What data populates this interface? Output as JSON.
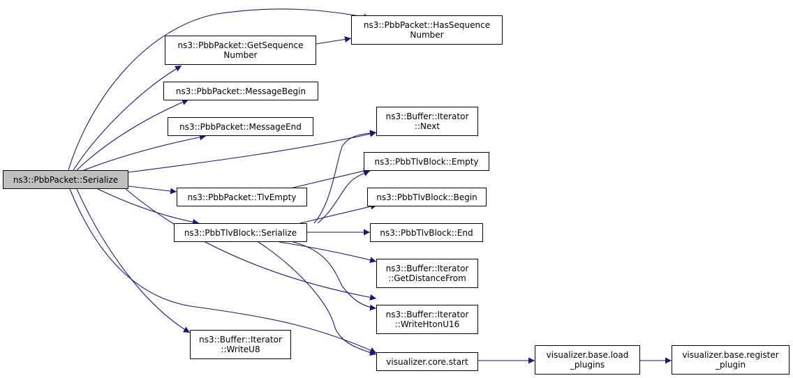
{
  "colors": {
    "edge": "#191970",
    "root_fill": "#bfbfbf",
    "node_fill": "#ffffff",
    "border": "#000000"
  },
  "nodes": {
    "serialize": {
      "lines": [
        "ns3::PbbPacket::Serialize"
      ],
      "highlighted": true
    },
    "has_seq": {
      "lines": [
        "ns3::PbbPacket::HasSequence",
        "Number"
      ]
    },
    "get_seq": {
      "lines": [
        "ns3::PbbPacket::GetSequence",
        "Number"
      ]
    },
    "msg_begin": {
      "lines": [
        "ns3::PbbPacket::MessageBegin"
      ]
    },
    "msg_end": {
      "lines": [
        "ns3::PbbPacket::MessageEnd"
      ]
    },
    "iter_next": {
      "lines": [
        "ns3::Buffer::Iterator",
        "::Next"
      ]
    },
    "tlv_empty_blk": {
      "lines": [
        "ns3::PbbTlvBlock::Empty"
      ]
    },
    "tlvempty": {
      "lines": [
        "ns3::PbbPacket::TlvEmpty"
      ]
    },
    "tlv_begin": {
      "lines": [
        "ns3::PbbTlvBlock::Begin"
      ]
    },
    "tlv_serialize": {
      "lines": [
        "ns3::PbbTlvBlock::Serialize"
      ]
    },
    "tlv_end": {
      "lines": [
        "ns3::PbbTlvBlock::End"
      ]
    },
    "get_dist": {
      "lines": [
        "ns3::Buffer::Iterator",
        "::GetDistanceFrom"
      ]
    },
    "write_hton": {
      "lines": [
        "ns3::Buffer::Iterator",
        "::WriteHtonU16"
      ]
    },
    "write_u8": {
      "lines": [
        "ns3::Buffer::Iterator",
        "::WriteU8"
      ]
    },
    "vis_start": {
      "lines": [
        "visualizer.core.start"
      ]
    },
    "vis_load": {
      "lines": [
        "visualizer.base.load",
        "_plugins"
      ]
    },
    "vis_register": {
      "lines": [
        "visualizer.base.register",
        "_plugin"
      ]
    }
  },
  "edges": [
    [
      "serialize",
      "has_seq"
    ],
    [
      "serialize",
      "get_seq"
    ],
    [
      "get_seq",
      "has_seq"
    ],
    [
      "serialize",
      "msg_begin"
    ],
    [
      "serialize",
      "msg_end"
    ],
    [
      "serialize",
      "iter_next"
    ],
    [
      "serialize",
      "tlvempty"
    ],
    [
      "serialize",
      "tlv_serialize"
    ],
    [
      "serialize",
      "write_hton"
    ],
    [
      "serialize",
      "write_u8"
    ],
    [
      "serialize",
      "vis_start"
    ],
    [
      "tlvempty",
      "tlv_empty_blk"
    ],
    [
      "tlv_serialize",
      "iter_next"
    ],
    [
      "tlv_serialize",
      "tlv_empty_blk"
    ],
    [
      "tlv_serialize",
      "tlv_begin"
    ],
    [
      "tlv_serialize",
      "tlv_end"
    ],
    [
      "tlv_serialize",
      "get_dist"
    ],
    [
      "tlv_serialize",
      "write_hton"
    ],
    [
      "tlv_serialize",
      "vis_start"
    ],
    [
      "vis_start",
      "vis_load"
    ],
    [
      "vis_load",
      "vis_register"
    ]
  ]
}
